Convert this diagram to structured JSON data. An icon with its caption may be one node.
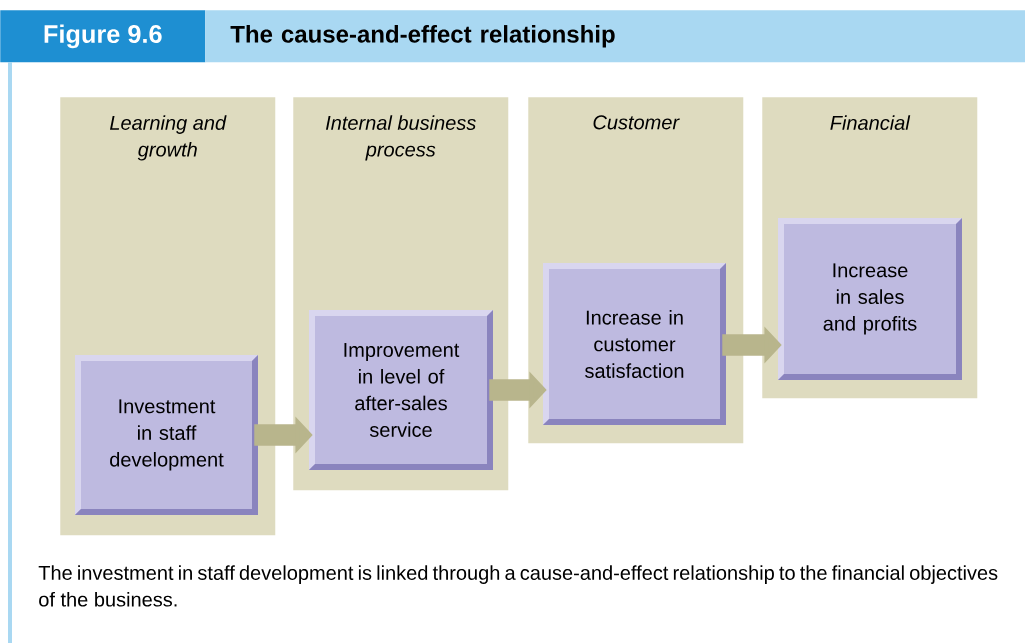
{
  "diagram": {
    "title": "The cause-and-effect relationship",
    "caption": "The investment in staff development is linked through a cause-and-effect relationship to the financial objectives of the business.",
    "nodes": [
      {
        "text": [
          "Learning and growth"
        ]
      },
      {
        "text": [
          "Internal business process"
        ]
      },
      {
        "text": [
          "Customer"
        ]
      },
      {
        "text": [
          "Financial"
        ]
      },
      {
        "text": [
          "Investment in staff development"
        ],
        "in": 0
      },
      {
        "text": [
          "Improvement in level of after-sales service"
        ],
        "in": 1
      },
      {
        "text": [
          "Increase in customer satisfaction"
        ],
        "in": 2
      },
      {
        "text": [
          "Increase in sales and profits"
        ],
        "in": 3
      }
    ],
    "edges": [
      {
        "from": 4,
        "to": 5,
        "arrow": "to"
      },
      {
        "from": 5,
        "to": 6,
        "arrow": "to"
      },
      {
        "from": 6,
        "to": 7,
        "arrow": "to"
      }
    ],
    "labels": [
      "Figure 9.6"
    ]
  }
}
